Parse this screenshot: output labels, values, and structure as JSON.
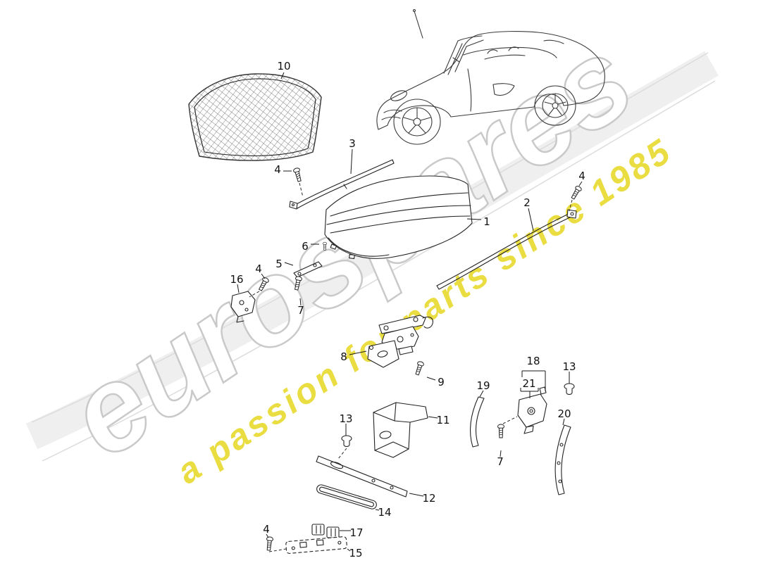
{
  "watermark": {
    "brand": "eurospares",
    "tagline": "a passion for parts since 1985",
    "brand_outline_color": "#c9c9c9",
    "tagline_color": "#e9dd42"
  },
  "callouts": [
    {
      "label": "10"
    },
    {
      "label": "3"
    },
    {
      "label": "4"
    },
    {
      "label": "1"
    },
    {
      "label": "2"
    },
    {
      "label": "4"
    },
    {
      "label": "6"
    },
    {
      "label": "5"
    },
    {
      "label": "4"
    },
    {
      "label": "16"
    },
    {
      "label": "7"
    },
    {
      "label": "8"
    },
    {
      "label": "9"
    },
    {
      "label": "13"
    },
    {
      "label": "18"
    },
    {
      "label": "21"
    },
    {
      "label": "19"
    },
    {
      "label": "20"
    },
    {
      "label": "7"
    },
    {
      "label": "13"
    },
    {
      "label": "11"
    },
    {
      "label": "12"
    },
    {
      "label": "14"
    },
    {
      "label": "17"
    },
    {
      "label": "4"
    },
    {
      "label": "15"
    }
  ]
}
